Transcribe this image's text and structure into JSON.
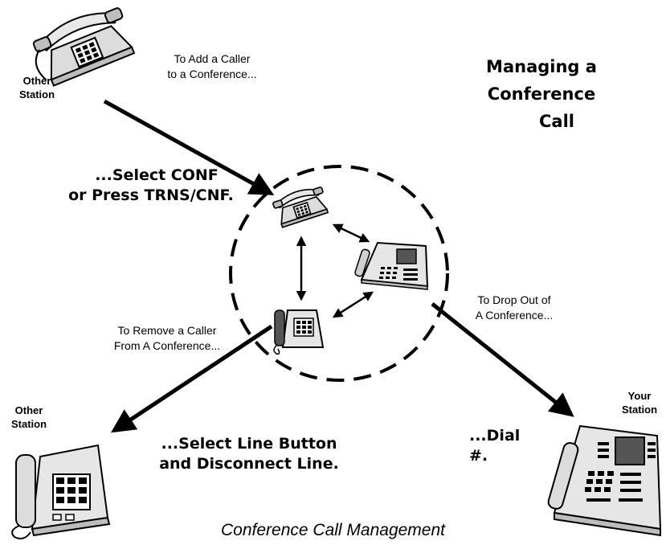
{
  "title": {
    "line1": "Managing  a",
    "line2": "Conference",
    "line3": "Call"
  },
  "labels": {
    "other_station_top": {
      "line1": "Other",
      "line2": "Station"
    },
    "other_station_bottom": {
      "line1": "Other",
      "line2": "Station"
    },
    "your_station": {
      "line1": "Your",
      "line2": "Station"
    }
  },
  "notes": {
    "add_caller": {
      "line1": "To Add a Caller",
      "line2": "to a Conference..."
    },
    "remove_caller": {
      "line1": "To Remove a Caller",
      "line2": "From A Conference..."
    },
    "drop_out": {
      "line1": "To Drop Out of",
      "line2": "A Conference..."
    }
  },
  "actions": {
    "select_conf": {
      "line1": "...Select CONF",
      "line2": "or Press TRNS/CNF."
    },
    "select_line": {
      "line1": "...Select Line Button",
      "line2": "and Disconnect Line."
    },
    "dial": {
      "line1": "...Dial #."
    }
  },
  "caption": "Conference Call Management"
}
